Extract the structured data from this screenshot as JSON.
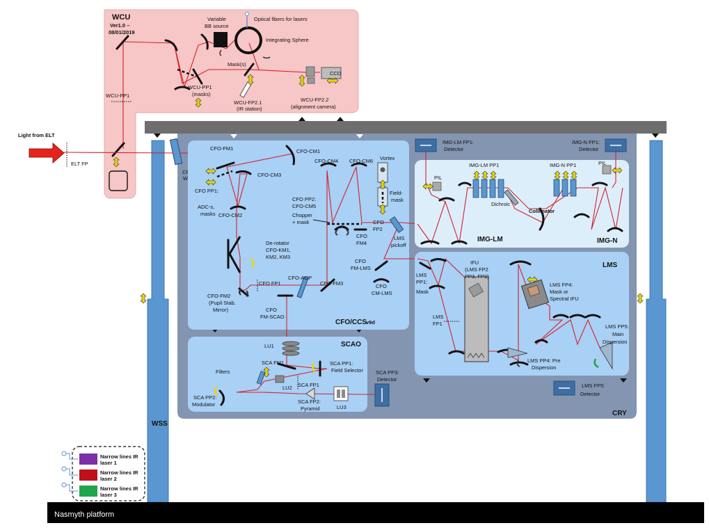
{
  "wcu": {
    "title": "WCU",
    "version": "Ver1.0 –",
    "date": "08/01/2019",
    "variable_bb": [
      "Variable",
      "BB source"
    ],
    "optical_fibers": "Optical fibers for lasers",
    "integrating_sphere": "Integrating Sphere",
    "masks": "Mask(s)",
    "ccd": "CCD",
    "pp1": [
      "WCU-PP1",
      "(masks)"
    ],
    "fp21": [
      "WCU-FP2.1",
      "(IR station)"
    ],
    "fp22": [
      "WCU-FP2.2",
      "(alignment camera)"
    ],
    "fp1": "WCU-FP1"
  },
  "light_from_elt": "Light from ELT",
  "elt_fp": "ELT FP",
  "cry_win": [
    "CRY-",
    "WIN"
  ],
  "wss": "WSS",
  "cry": "CRY",
  "nasmyth": "Nasmyth platform",
  "cfo": {
    "title": "CFO/CCS",
    "version": "v9d",
    "fm1": "CFO-FM1",
    "cm1": "CFO-CM1",
    "cm2": "CFO-CM2",
    "cm3": "CFO-CM3",
    "cm4": "CFO-CM4",
    "cm6": "CFO-CM6",
    "pp1": "CFO PP1:",
    "adc": [
      "ADC-s,",
      "masks"
    ],
    "pp2": [
      "CFO PP2:",
      "CFO-CM5",
      "Chopper",
      "+ mask"
    ],
    "vortex": "Vortex",
    "field_mask": [
      "Field-",
      "mask"
    ],
    "fp2": [
      "CFO",
      "FP2"
    ],
    "fm4": [
      "CFO",
      "FM4"
    ],
    "lms_pickoff": [
      "LMS",
      "pickoff"
    ],
    "derotator": [
      "De-rotator",
      "CFO-KM1,",
      "KM2, KM3"
    ],
    "fp1": "CFO FP1",
    "aop": "CFO-AOP",
    "fm3": "CFO-FM3",
    "fm2": [
      "CFO-FM2",
      "(Pupil Stab.",
      "Mirror)"
    ],
    "fm_scao": [
      "CFO",
      "FM-SCAO"
    ],
    "fm_lms": [
      "CFO",
      "FM-LMS"
    ],
    "cm_lms": [
      "CFO",
      "CM-LMS"
    ]
  },
  "img": {
    "lm_fp1": [
      "IMG-LM FP1:",
      "Detector"
    ],
    "n_fp1": [
      "IMG-N FP1:",
      "Detector"
    ],
    "lm_pp1": "IMG-LM PP1",
    "n_pp1": "IMG-N PP1",
    "pil1": "PIL",
    "pil2": "PIL",
    "dichroic": "Dichroic",
    "collimator": "Collimator",
    "lm_title": "IMG-LM",
    "n_title": "IMG-N"
  },
  "lms": {
    "title": "LMS",
    "pp1": [
      "LMS",
      "PP1:",
      "Mask"
    ],
    "fp1": [
      "LMS",
      "FP1"
    ],
    "ifu": [
      "IFU",
      "(LMS FP2",
      "PP3, FP3)"
    ],
    "fp4": [
      "LMS FP4:",
      "Mask or",
      "Spectral IFU"
    ],
    "pp5": [
      "LMS PP5:",
      "Main",
      "Dispersion"
    ],
    "pp4": [
      "LMS PP4: Pre",
      "Dispersion"
    ],
    "fp5": [
      "LMS FP5:",
      "Detector"
    ]
  },
  "scao": {
    "title": "SCAO",
    "lu1": "LU1",
    "filters": "Filters",
    "fm1": "SCA FM1",
    "pp1": [
      "SCA PP1:",
      "Field Selector"
    ],
    "lu2": "LU2",
    "fp1": "SCA FP1",
    "pp2": [
      "SCA PP2:",
      "Modulator"
    ],
    "fp2": [
      "SCA FP2:",
      "Pyramid"
    ],
    "lu3": "LU3",
    "pp3": [
      "SCA PP3:",
      "Detector"
    ]
  },
  "legend": [
    {
      "label": [
        "Narrow lines IR",
        "laser 1"
      ],
      "color": "#7b2fa8"
    },
    {
      "label": [
        "Narrow lines IR",
        "laser 2"
      ],
      "color": "#c0101a"
    },
    {
      "label": [
        "Narrow lines IR",
        "laser 3"
      ],
      "color": "#1fa64a"
    }
  ],
  "colors": {
    "wcu_bg": "#f7c6c6",
    "cry_bg": "#8395b1",
    "sub_bg": "#a9d0f5",
    "img_bg": "#ddeefb",
    "wss": "#5a96cf",
    "beam": "#d3202a"
  }
}
